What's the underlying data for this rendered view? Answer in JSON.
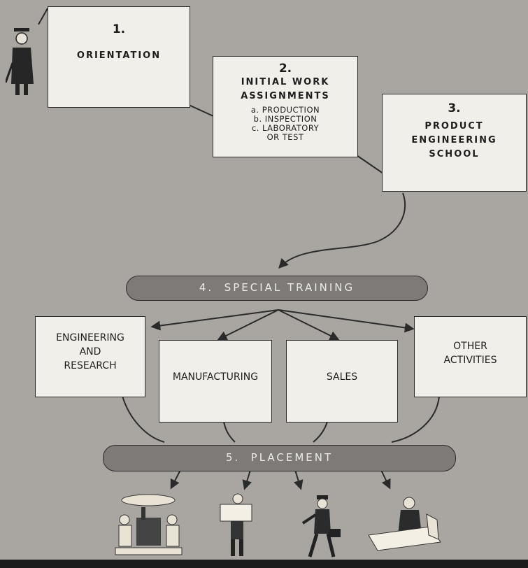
{
  "steps": {
    "orientation": {
      "number": "1.",
      "title": "ORIENTATION"
    },
    "initial_work": {
      "number": "2.",
      "title_line1": "INITIAL WORK",
      "title_line2": "ASSIGNMENTS",
      "items": [
        "a. PRODUCTION",
        "b. INSPECTION",
        "c. LABORATORY",
        "OR TEST"
      ]
    },
    "product_engineering": {
      "number": "3.",
      "title_line1": "PRODUCT",
      "title_line2": "ENGINEERING",
      "title_line3": "SCHOOL"
    },
    "special_training": {
      "label": "4.  SPECIAL TRAINING"
    },
    "placement": {
      "label": "5.  PLACEMENT"
    }
  },
  "branches": {
    "engineering": [
      "ENGINEERING",
      "AND",
      "RESEARCH"
    ],
    "manufacturing": "MANUFACTURING",
    "sales": "SALES",
    "other": [
      "OTHER",
      "ACTIVITIES"
    ]
  },
  "figures": [
    "graduate-figure",
    "engineers-at-desk-figure",
    "man-with-blueprint-figure",
    "salesman-with-briefcase-figure",
    "office-worker-figure"
  ]
}
